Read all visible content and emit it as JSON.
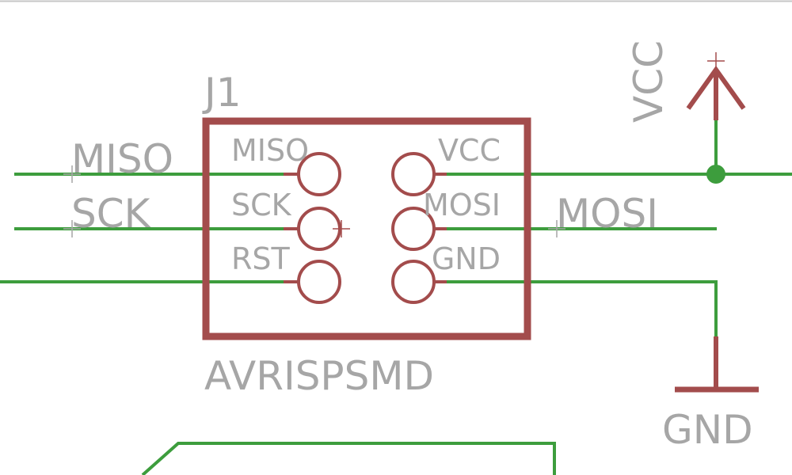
{
  "colors": {
    "wire": "#3d9d3d",
    "part": "#a34c4c",
    "text": "#a6a6a6",
    "border": "#c6c6c6",
    "background": "#ffffff"
  },
  "component": {
    "ref": "J1",
    "value": "AVRISPSMD",
    "pins_left": [
      "MISO",
      "SCK",
      "RST"
    ],
    "pins_right": [
      "VCC",
      "MOSI",
      "GND"
    ]
  },
  "nets": {
    "miso": "MISO",
    "sck": "SCK",
    "mosi": "MOSI"
  },
  "power": {
    "vcc": "VCC",
    "gnd": "GND"
  }
}
